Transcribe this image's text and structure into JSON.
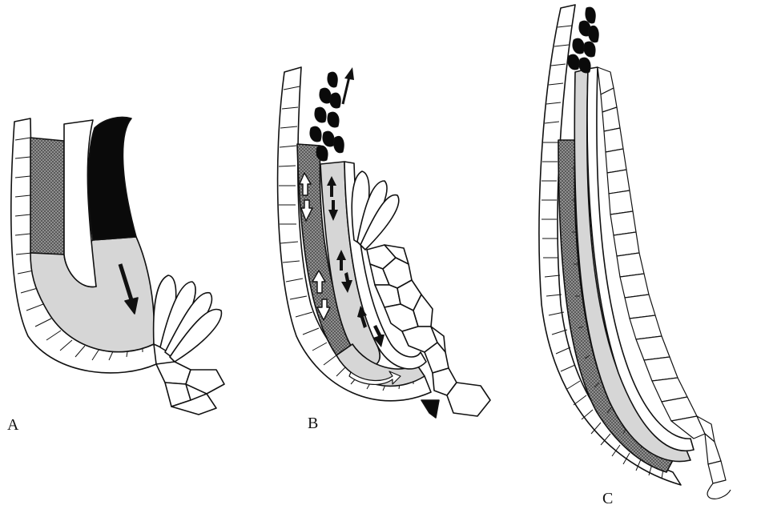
{
  "figure": {
    "panels": [
      {
        "label": "A"
      },
      {
        "label": "B"
      },
      {
        "label": "C"
      }
    ],
    "colors": {
      "outline": "#111111",
      "lumen_fill": "#d6d6d6",
      "hatched_fill": "#8a8a8a",
      "dark_mass": "#0a0a0a",
      "cell_fill": "#ffffff"
    }
  }
}
